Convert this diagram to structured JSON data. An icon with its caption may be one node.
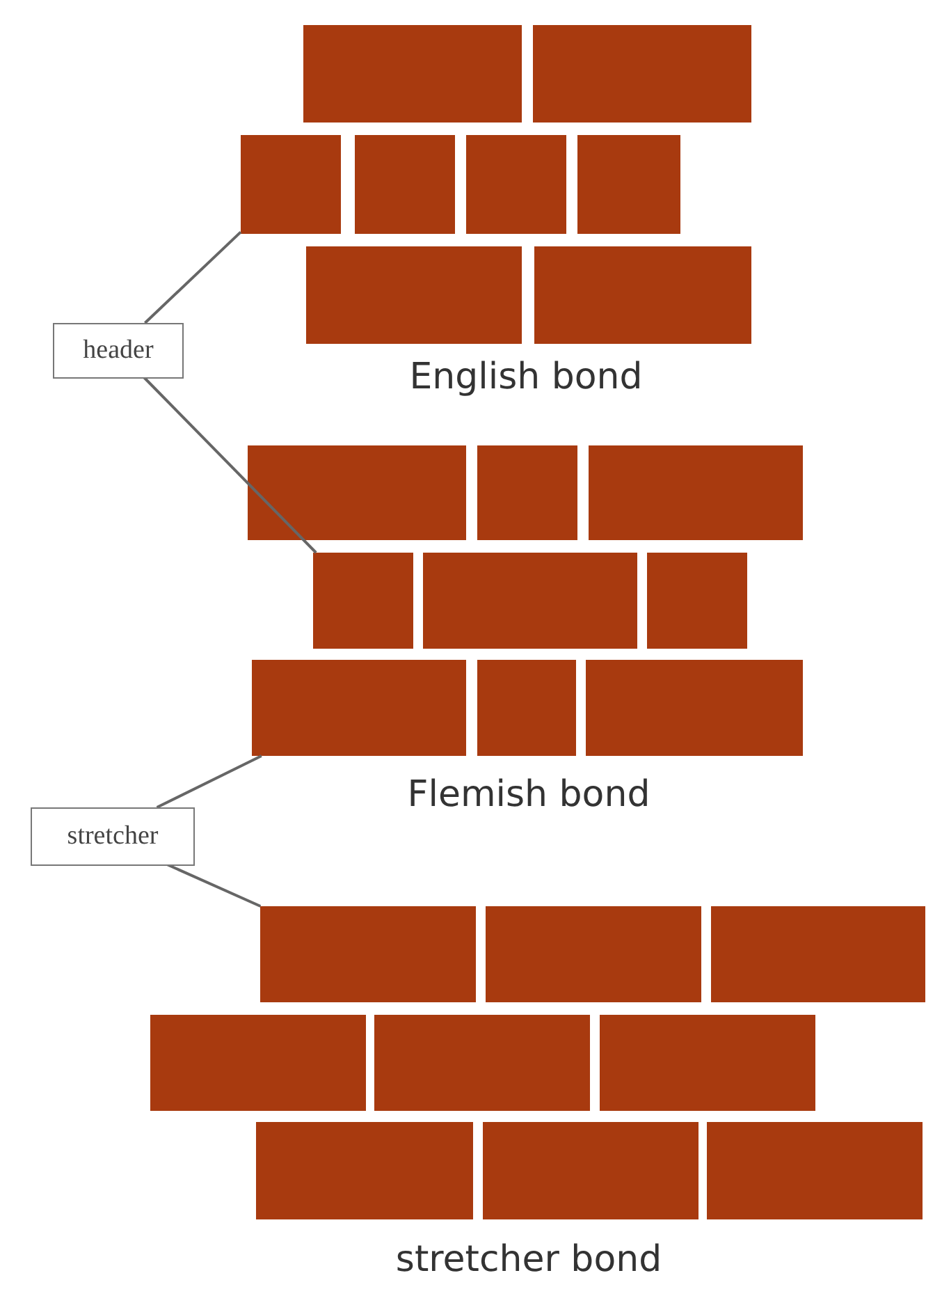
{
  "diagram": {
    "nodes": [
      {
        "text": [],
        "shape": "box"
      },
      {
        "text": [
          "header"
        ]
      },
      {
        "text": [],
        "shape": "box"
      },
      {
        "text": [],
        "shape": "box"
      },
      {
        "text": [
          "stretcher"
        ]
      },
      {
        "text": [],
        "shape": "box"
      }
    ],
    "edges": [
      {
        "from": 1,
        "to": 0,
        "arrow": "none"
      },
      {
        "from": 1,
        "to": 2,
        "arrow": "none"
      },
      {
        "from": 4,
        "to": 3,
        "arrow": "none"
      },
      {
        "from": 4,
        "to": 5,
        "arrow": "none"
      }
    ],
    "labels": [
      "English bond",
      "Flemish bond",
      "stretcher bond"
    ]
  }
}
